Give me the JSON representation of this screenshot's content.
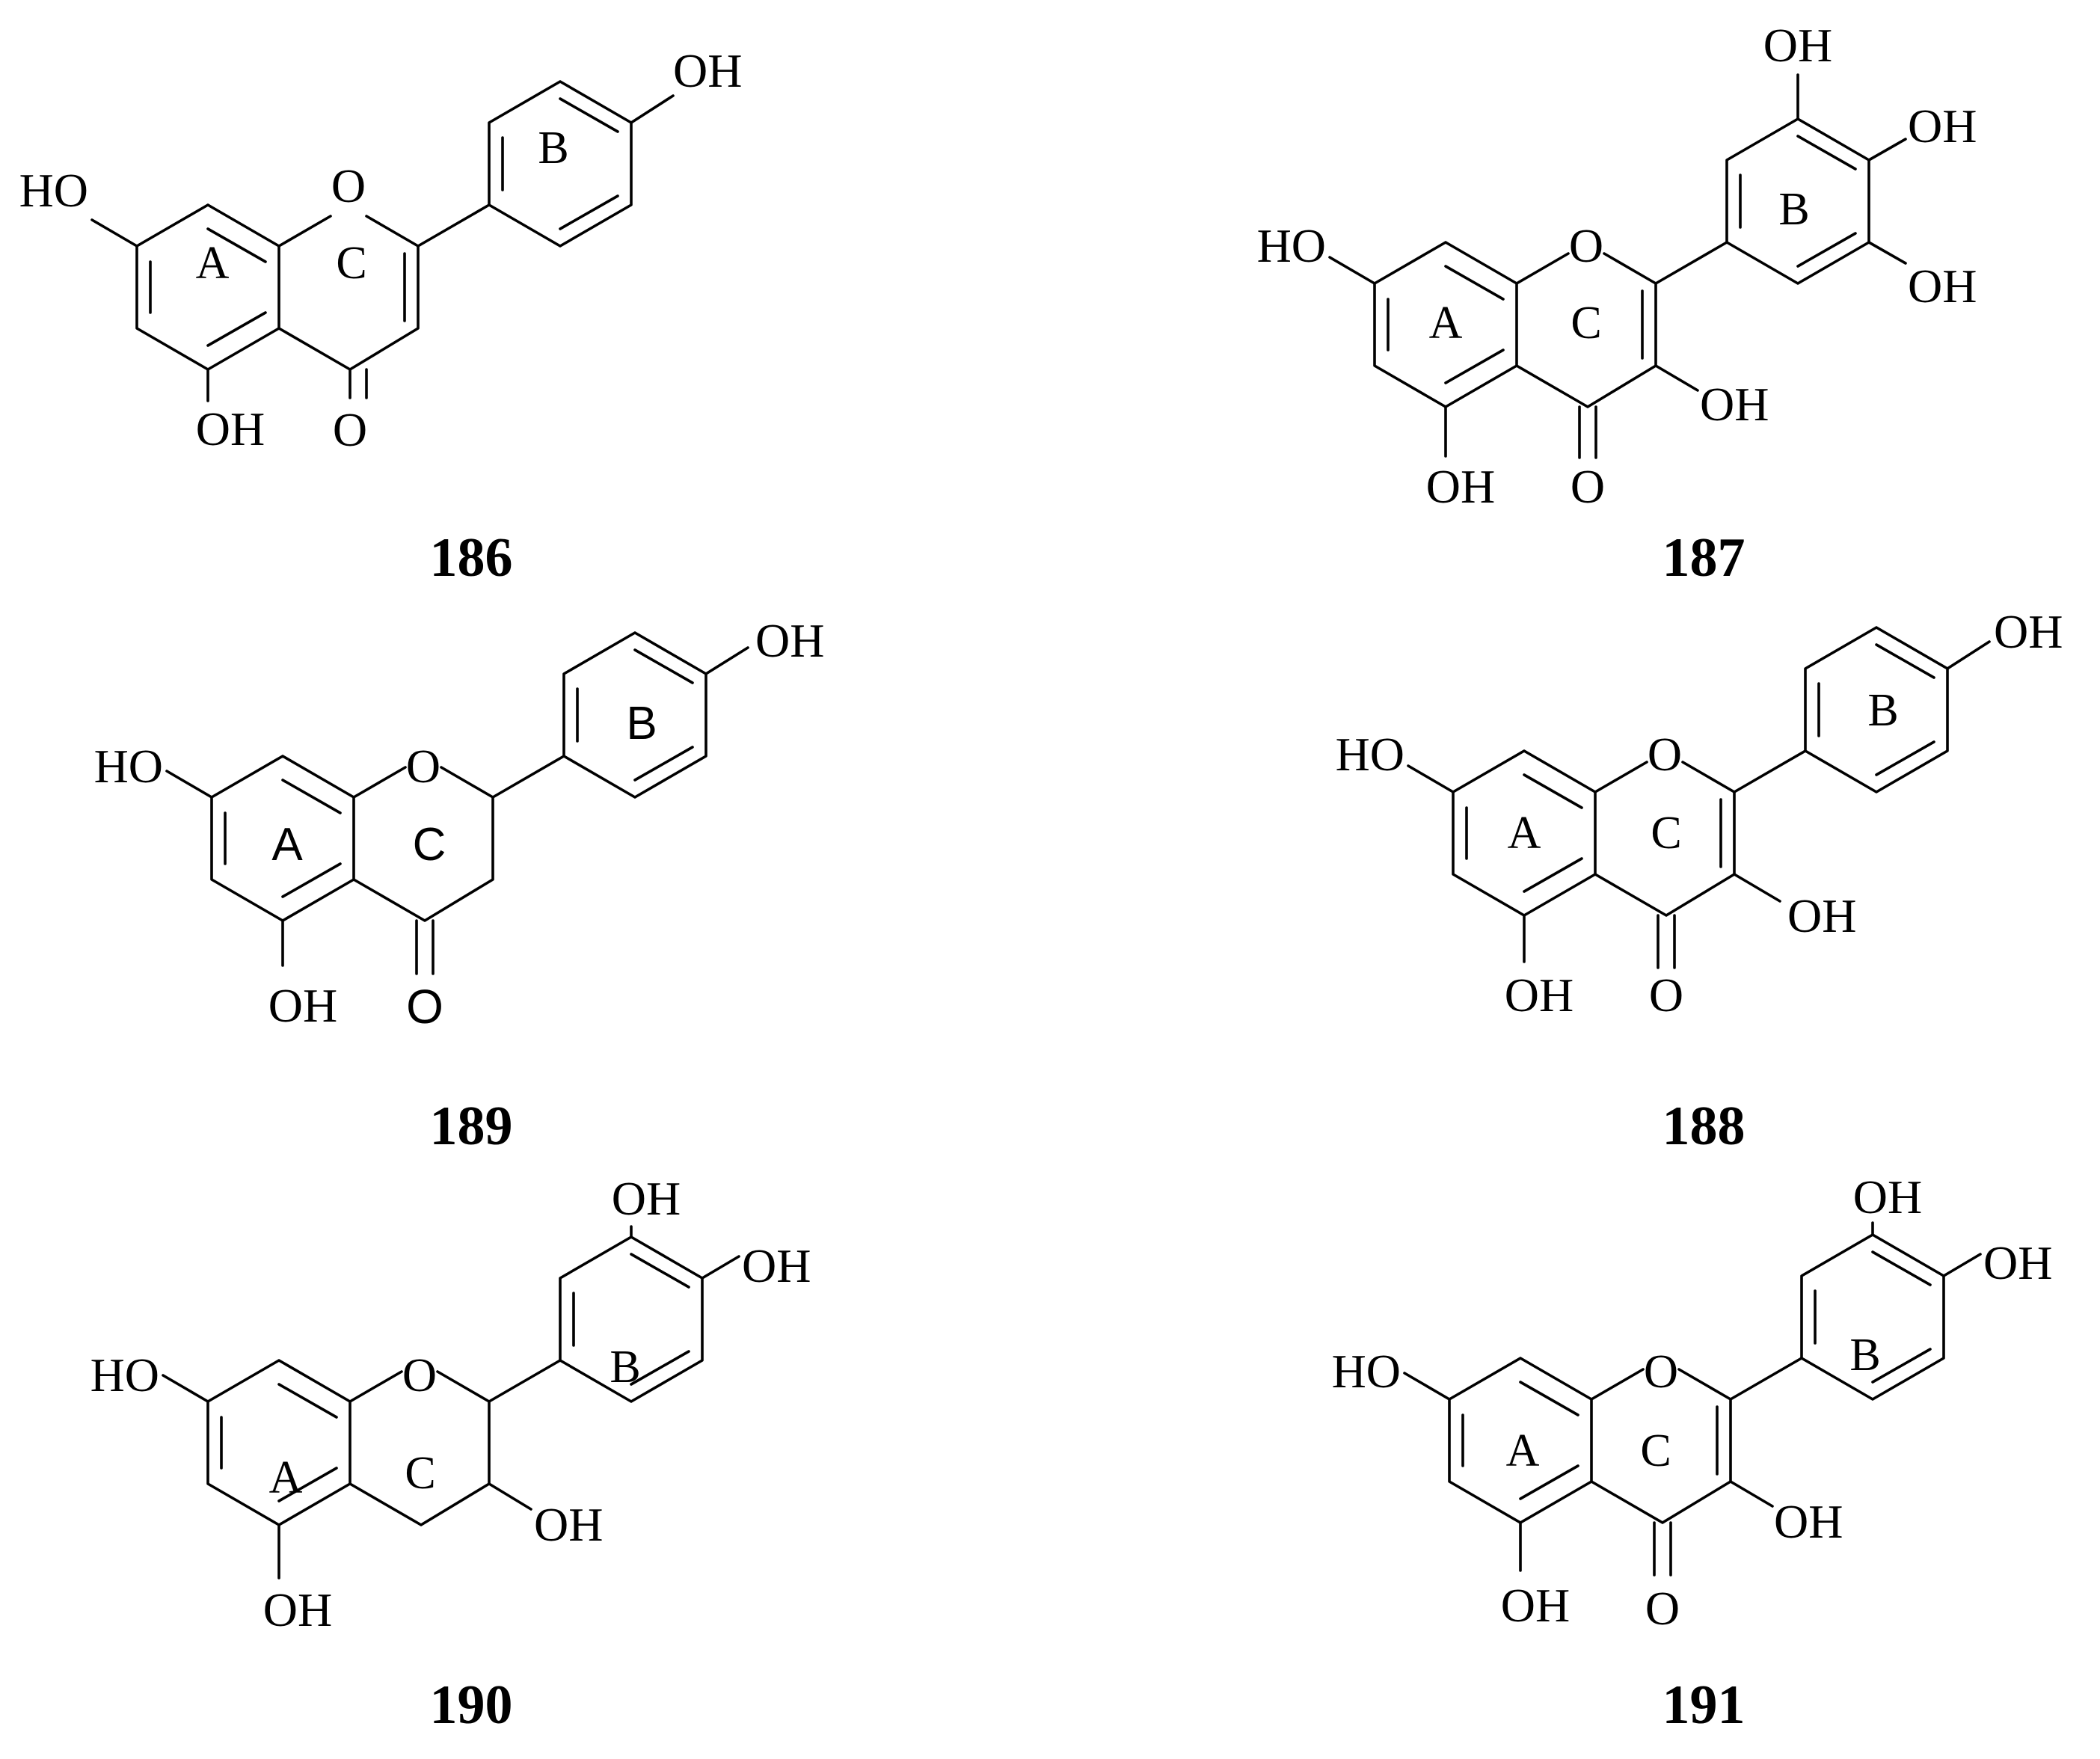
{
  "compounds": [
    {
      "id": "186",
      "substituents": [
        "HO",
        "OH",
        "OH"
      ],
      "heteroatoms": [
        "O",
        "O"
      ],
      "rings": [
        "A",
        "B",
        "C"
      ]
    },
    {
      "id": "187",
      "substituents": [
        "HO",
        "OH",
        "OH",
        "OH",
        "OH",
        "OH"
      ],
      "heteroatoms": [
        "O",
        "O"
      ],
      "rings": [
        "A",
        "B",
        "C"
      ]
    },
    {
      "id": "189",
      "substituents": [
        "HO",
        "OH",
        "OH"
      ],
      "heteroatoms": [
        "O",
        "O"
      ],
      "rings": [
        "A",
        "B",
        "C"
      ]
    },
    {
      "id": "188",
      "substituents": [
        "HO",
        "OH",
        "OH",
        "OH"
      ],
      "heteroatoms": [
        "O",
        "O"
      ],
      "rings": [
        "A",
        "B",
        "C"
      ]
    },
    {
      "id": "190",
      "substituents": [
        "HO",
        "OH",
        "OH",
        "OH",
        "OH"
      ],
      "heteroatoms": [
        "O"
      ],
      "rings": [
        "A",
        "B",
        "C"
      ]
    },
    {
      "id": "191",
      "substituents": [
        "HO",
        "OH",
        "OH",
        "OH",
        "OH"
      ],
      "heteroatoms": [
        "O",
        "O"
      ],
      "rings": [
        "A",
        "B",
        "C"
      ]
    }
  ]
}
